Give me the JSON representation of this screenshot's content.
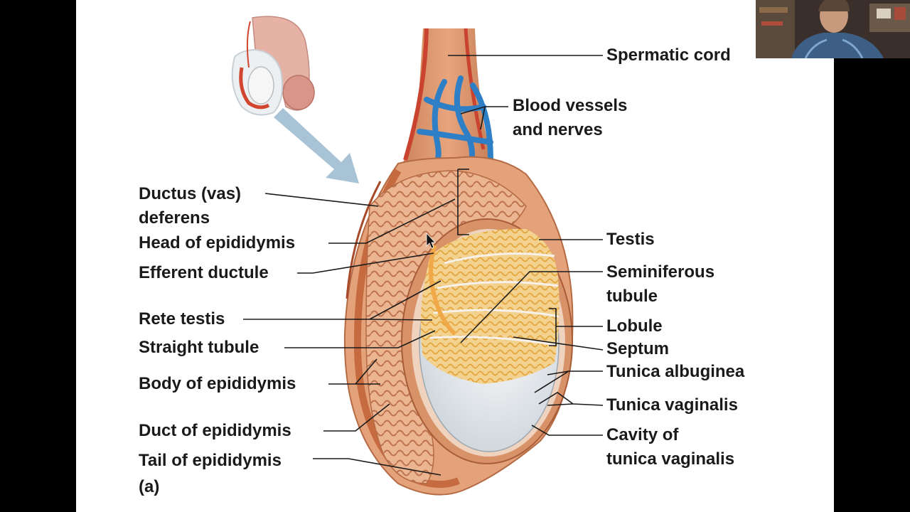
{
  "labels": {
    "spermatic_cord": "Spermatic cord",
    "blood_vessels": "Blood vessels\nand nerves",
    "ductus_deferens": "Ductus (vas)\ndeferens",
    "head_epididymis": "Head of epididymis",
    "efferent_ductule": "Efferent ductule",
    "rete_testis": "Rete testis",
    "straight_tubule": "Straight tubule",
    "body_epididymis": "Body of epididymis",
    "duct_epididymis": "Duct of epididymis",
    "tail_epididymis": "Tail of epididymis",
    "panel": "(a)",
    "testis": "Testis",
    "seminiferous_tubule": "Seminiferous\ntubule",
    "lobule": "Lobule",
    "septum": "Septum",
    "tunica_albuginea": "Tunica albuginea",
    "tunica_vaginalis": "Tunica vaginalis",
    "cavity_tunica_vaginalis": "Cavity of\ntunica vaginalis"
  },
  "colors": {
    "label_text": "#1a1a1a",
    "leader_line": "#1a1a1a",
    "tissue_outer": "#d99a6c",
    "tissue_inner": "#e8b48c",
    "tubule": "#e9b552",
    "vessel_blue": "#2f7fc6",
    "vessel_red": "#c9432f",
    "tunica_white": "#e6ebef",
    "arrow": "#9fbcd0"
  },
  "icons": {
    "mouse_cursor": "cursor-arrow-icon",
    "inset": "penis-inset-illustration"
  }
}
